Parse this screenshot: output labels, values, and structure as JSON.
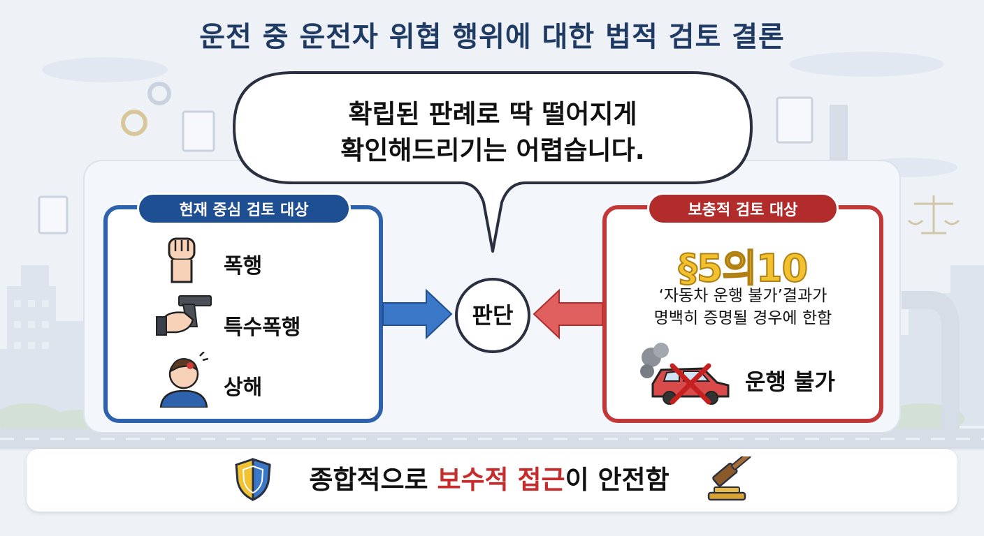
{
  "title": "운전 중 운전자 위협 행위에 대한 법적 검토 결론",
  "speech_bubble": {
    "line1": "확립된 판례로 딱 떨어지게",
    "line2": "확인해드리기는 어렵습니다."
  },
  "left_panel": {
    "header": "현재 중심 검토 대상",
    "items": [
      {
        "label": "폭행",
        "icon": "fist-icon"
      },
      {
        "label": "특수폭행",
        "icon": "hand-gun-icon"
      },
      {
        "label": "상해",
        "icon": "injured-person-icon"
      }
    ],
    "color": "#2f62ad"
  },
  "center": {
    "label": "판단"
  },
  "right_panel": {
    "header": "보충적 검토 대상",
    "section": "§5의10",
    "condition_line1": "‘자동차 운행 불가’결과가",
    "condition_line2": "명백히 증명될 경우에 한함",
    "disabled_label": "운행 불가",
    "icon": "broken-car-icon",
    "color": "#c23838"
  },
  "conclusion": {
    "prefix": "종합적으로 ",
    "highlight": "보수적 접근",
    "suffix": "이 안전함",
    "highlight_color": "#c62c2c",
    "left_icon": "shield-icon",
    "right_icon": "gavel-icon"
  }
}
